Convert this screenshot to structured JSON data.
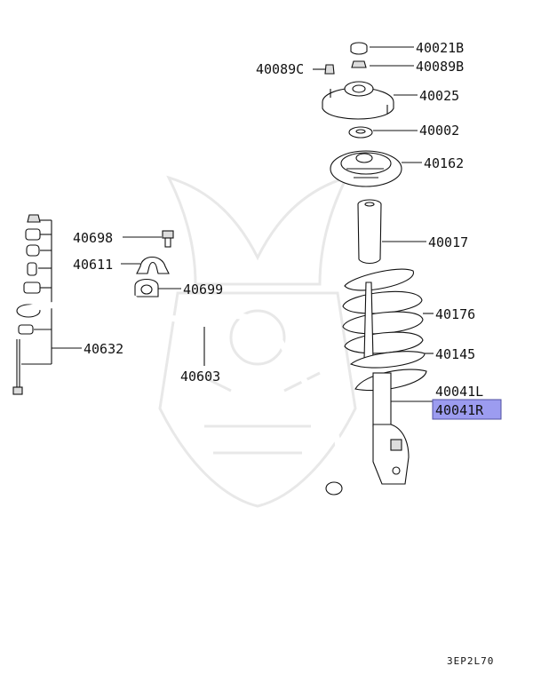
{
  "diagram_code": "3EP2L70",
  "highlight_color": "#9c9cf0",
  "labels": {
    "p40021B": "40021B",
    "p40089B": "40089B",
    "p40089C": "40089C",
    "p40025": "40025",
    "p40002": "40002",
    "p40162": "40162",
    "p40017": "40017",
    "p40176": "40176",
    "p40145": "40145",
    "p40041L": "40041L",
    "p40041R": "40041R",
    "p40698": "40698",
    "p40611": "40611",
    "p40699": "40699",
    "p40632": "40632",
    "p40603": "40603"
  }
}
